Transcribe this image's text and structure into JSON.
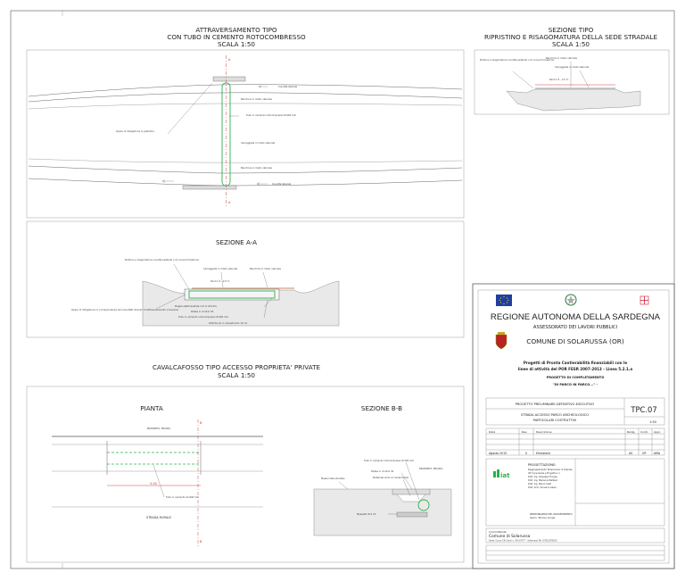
{
  "main_plan": {
    "title_line1": "ATTRAVERSAMENTO TIPO",
    "title_line2": "CON TUBO IN CEMENTO ROTOCOMBRESSO",
    "scale": "SCALA 1:50",
    "section_marker": "A",
    "labels": {
      "cunetta_top": "Cunetta laterale",
      "banchina_top": "Banchina in misto naturale",
      "tubo": "Tubo in cemento rotocompresso Ø 600 mm",
      "carreggiata": "Carreggiata in misto naturale",
      "opere": "Opere di mitigazione in pietrame",
      "banchina_bottom": "Banchina in misto naturale",
      "cunetta_bottom": "Cunetta laterale"
    }
  },
  "sezione_tipo": {
    "title_line1": "SEZIONE TIPO",
    "title_line2": "RIPRISTINO E RISAGOMATURA DELLA SEDE STRADALE",
    "scale": "SCALA 1:50",
    "labels": {
      "pulitura": "Pulitura e risagomatura cunette esistenti o di nuova formazione",
      "banchina": "Banchina in misto naturale",
      "carreggiata": "Carreggiata in misto naturale",
      "pend": "Pend 1.5 - 2.0 %"
    }
  },
  "sezione_aa": {
    "title": "SEZIONE A-A",
    "labels": {
      "pulitura": "Pulitura e risagomatura cunette esistenti o di nuova formazione",
      "carreggiata": "Carreggiata in misto naturale",
      "banchina": "Banchina in misto naturale",
      "pend": "Pend 1.5 - 2.0 %",
      "opere": "Opere di mitigazione in corrispondenza dei manufatti idraulici di attraversamento a traverso",
      "maglia": "Maglia elettrosaldata rom 6 (15x15)",
      "platea": "Platea in cls Rck 30",
      "tubo": "Tubo in cemento rotocompresso Ø 600 mm",
      "sottofondo": "Sottofondo in calcestruzzo 10 cm"
    }
  },
  "cavalcafosso": {
    "title": "CAVALCAFOSSO TIPO ACCESSO PROPRIETA' PRIVATE",
    "scale": "SCALA 1:50",
    "pianta": {
      "title": "PIANTA",
      "section_marker": "B",
      "proprieta": "PROPRIETA' PRIVATA",
      "dim": "5.00",
      "tubo": "Tubo in cemento da 600 mm",
      "strada": "STRADA RURALE"
    },
    "sezione_bb": {
      "title": "SEZIONE B-B",
      "tubo": "Tubo in cemento rotocompresso Ø 400 mm",
      "platea": "Platea in cls Rck 30",
      "materiale": "Materiale arido di riempimento",
      "massicciata": "Massicciata stradale",
      "proprieta": "PROPRIETA' PRIVATA",
      "massetto": "Massetto Rck 15"
    }
  },
  "title_block": {
    "region": "REGIONE AUTONOMA DELLA SARDEGNA",
    "assessorato": "ASSESSORATO DEI LAVORI PUBBLICI",
    "comune": "COMUNE DI SOLARUSSA (OR)",
    "progetti_line1": "Progetti di Pronta Cantierabilità finanziabili con le",
    "progetti_line2": "linee di attività del POR FESR 2007-2013 - Linea 5.2.1.a",
    "progetto": "PROGETTO DI COMPLETAMENTO",
    "parco": "\"DI PARCO IN PARCO...\" -",
    "fase": "PROGETTO PRELIMINARE-DEFINITIVO-ESECUTIVO",
    "tav_code": "TPC.07",
    "strada": "STRADA ACCESSO PARCO ARCHEOLOGICO",
    "particolari": "PARTICOLARI COSTRUTTIVI",
    "scala": "1:50",
    "rev_headers": [
      "Data",
      "Rev.",
      "Descrizione",
      "Redig.",
      "Contr.",
      "Appr."
    ],
    "rev_row": [
      "Agosto 2015",
      "0",
      "Emissione",
      "AS",
      "GP",
      "AMA"
    ],
    "progettazione": "PROGETTAZIONE:",
    "progettisti": [
      "Raggruppamento Temporaneo di Imprese",
      "IAT Consulenza e Progetti s.r.l.",
      "Dott. Ing. Giuseppe Frongia",
      "Dott. Ing. Marianna Barbieri",
      "Dott. Ing. Mauro Casti",
      "Dott. Arch. Giovanni Gaias"
    ],
    "company": "iat",
    "responsabile": "RESPONSABILE DEL PROCEDIMENTO",
    "responsabile_name": "Geom. Tarcisio Curgia",
    "committente_label": "Committente",
    "committente": "Comune di Solarussa",
    "address": "Sede: Corso F.lli Cervi n. 90 07077 - Solarussa     Tel. 0783/378200"
  },
  "colors": {
    "pipe": "#2bb24c",
    "axis": "#d04545",
    "ground": "#e9e9e9"
  }
}
